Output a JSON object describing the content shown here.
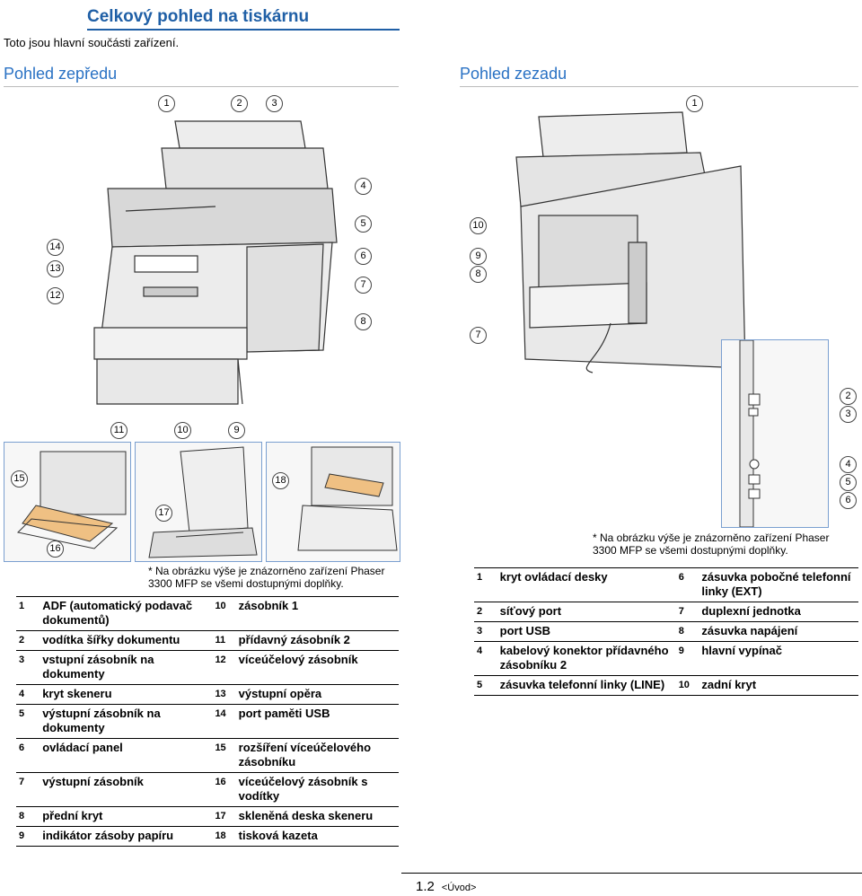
{
  "page_title": "Celkový pohled na tiskárnu",
  "intro": "Toto jsou hlavní součásti zařízení.",
  "front_heading": "Pohled zepředu",
  "rear_heading": "Pohled zezadu",
  "front_note": "* Na obrázku výše je znázorněno zařízení Phaser 3300 MFP se všemi dostupnými doplňky.",
  "rear_note": "* Na obrázku výše je znázorněno zařízení Phaser 3300 MFP se všemi dostupnými doplňky.",
  "front_parts": [
    {
      "n": "1",
      "label": "ADF (automatický podavač dokumentů)",
      "n2": "10",
      "label2": "zásobník 1"
    },
    {
      "n": "2",
      "label": "vodítka šířky dokumentu",
      "n2": "11",
      "label2": "přídavný zásobník 2"
    },
    {
      "n": "3",
      "label": "vstupní zásobník na dokumenty",
      "n2": "12",
      "label2": "víceúčelový zásobník"
    },
    {
      "n": "4",
      "label": "kryt skeneru",
      "n2": "13",
      "label2": "výstupní opěra"
    },
    {
      "n": "5",
      "label": "výstupní zásobník na dokumenty",
      "n2": "14",
      "label2": "port paměti USB"
    },
    {
      "n": "6",
      "label": "ovládací panel",
      "n2": "15",
      "label2": "rozšíření víceúčelového zásobníku"
    },
    {
      "n": "7",
      "label": "výstupní zásobník",
      "n2": "16",
      "label2": "víceúčelový zásobník s vodítky"
    },
    {
      "n": "8",
      "label": "přední kryt",
      "n2": "17",
      "label2": "skleněná deska skeneru"
    },
    {
      "n": "9",
      "label": "indikátor zásoby papíru",
      "n2": "18",
      "label2": "tisková kazeta"
    }
  ],
  "rear_parts": [
    {
      "n": "1",
      "label": "kryt ovládací desky",
      "n2": "6",
      "label2": "zásuvka pobočné telefonní linky (EXT)"
    },
    {
      "n": "2",
      "label": "síťový port",
      "n2": "7",
      "label2": "duplexní jednotka"
    },
    {
      "n": "3",
      "label": "port USB",
      "n2": "8",
      "label2": "zásuvka napájení"
    },
    {
      "n": "4",
      "label": "kabelový konektor přídavného zásobníku 2",
      "n2": "9",
      "label2": "hlavní vypínač"
    },
    {
      "n": "5",
      "label": "zásuvka telefonní linky (LINE)",
      "n2": "10",
      "label2": "zadní kryt"
    }
  ],
  "footer": {
    "page": "1.2",
    "link": "<Úvod>"
  }
}
